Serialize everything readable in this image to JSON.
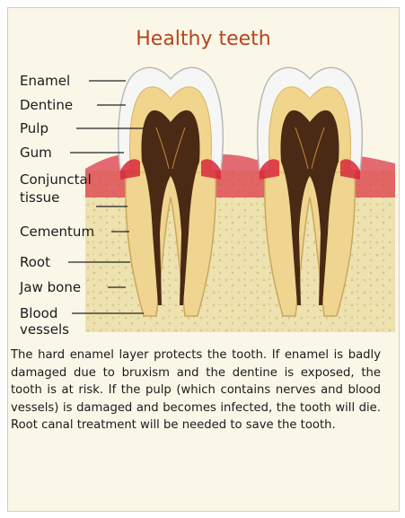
{
  "title": "Healthy teeth",
  "labels": {
    "enamel": "Enamel",
    "dentine": "Dentine",
    "pulp": "Pulp",
    "gum": "Gum",
    "conjunctal_1": "Conjunctal",
    "conjunctal_2": "tissue",
    "cementum": "Cementum",
    "root": "Root",
    "jaw_bone": "Jaw bone",
    "blood_1": "Blood",
    "blood_2": "vessels"
  },
  "description": "The hard enamel layer protects the tooth. If enamel is badly damaged due to bruxism and the dentine is exposed, the tooth is at risk. If the pulp (which contains nerves and blood vessels) is damaged and becomes infected, the tooth will die. Root canal treatment will be needed to save the tooth.",
  "colors": {
    "title": "#b3451f",
    "enamel": "#f4f4f2",
    "dentine": "#f1d58c",
    "pulp": "#4a2a14",
    "gum": "#d8283a",
    "bone": "#ede2b0",
    "background": "#fbf7e8"
  }
}
